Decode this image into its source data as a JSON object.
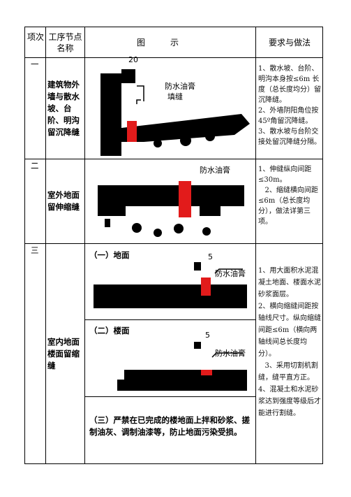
{
  "header": {
    "col1": "项次",
    "col2": "工序节点名称",
    "col3": "图示",
    "col4": "要求与做法"
  },
  "rows": [
    {
      "num": "一",
      "name": "建筑物外墙与散水坡、台阶、明沟留沉降缝",
      "figure_labels": {
        "dim": "20",
        "label1": "防水油膏",
        "label2": "填缝"
      },
      "requirements": "1、散水坡、台阶、明沟本身按≤6m 长度（总长度均分）留沉降缝。\n2、外墙阴阳角位按45º角留沉降缝。\n3、散水坡与台阶交接处留沉降缝分隔。"
    },
    {
      "num": "二",
      "name": "室外地面留伸缩缝",
      "figure_labels": {
        "label1": "防水油膏"
      },
      "requirements": "1、伸缝纵向间距≤30m。\n   2、缩缝横向间距≤6m（总长度均分），做法详第三项。"
    },
    {
      "num": "三",
      "name": "室内地面楼面留缩缝",
      "sub1": {
        "title": "（一）地面",
        "dim": "5",
        "label1": "防水油膏"
      },
      "sub2": {
        "title": "（二）楼面",
        "dim": "5",
        "label1": "防水油膏"
      },
      "sub3": "（三）严禁在已完成的楼地面上拌和砂浆、搓制油灰、调制油漆等，防止地面污染受损。",
      "requirements": "1、用大面积水泥混凝土地面、楼面水泥砂浆面层。\n2、横向缩缝间距按轴线尺寸。纵向缩缝间距≤6m（横向两轴线间总长度均分）。\n   3、采用切割机割缝，缝平直方正。\n4、混凝土和水泥砂浆达到强度等级后才能进行割缝。"
    }
  ],
  "colors": {
    "joint": "#e21b1b",
    "ink": "#000000"
  }
}
